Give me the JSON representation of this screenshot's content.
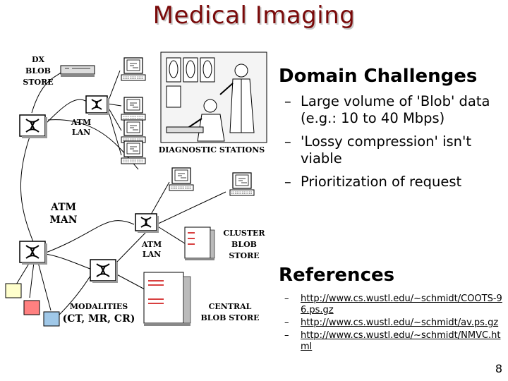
{
  "slide": {
    "title": "Medical Imaging",
    "page_number": "8"
  },
  "diagram": {
    "labels": {
      "dx_blob_store": [
        "DX",
        "BLOB",
        "STORE"
      ],
      "atm_lan_top": [
        "ATM",
        "LAN"
      ],
      "diagnostic_stations": "DIAGNOSTIC STATIONS",
      "atm_man": [
        "ATM",
        "MAN"
      ],
      "cluster_blob_store": [
        "CLUSTER",
        "BLOB",
        "STORE"
      ],
      "atm_lan_bottom": [
        "ATM",
        "LAN"
      ],
      "modalities": [
        "MODALITIES",
        "(CT, MR, CR)"
      ],
      "central_blob_store": [
        "CENTRAL",
        "BLOB STORE"
      ]
    },
    "colors": {
      "modality_1": "#ffffcc",
      "modality_2": "#ff8080",
      "modality_3": "#a0c8e8"
    }
  },
  "challenges": {
    "heading": "Domain Challenges",
    "items": [
      "Large volume of 'Blob' data (e.g.: 10 to 40 Mbps)",
      "'Lossy compression' isn't viable",
      "Prioritization of request"
    ]
  },
  "references": {
    "heading": "References",
    "items": [
      "http://www.cs.wustl.edu/~schmidt/COOTS-96.ps.gz",
      "http://www.cs.wustl.edu/~schmidt/av.ps.gz",
      "http://www.cs.wustl.edu/~schmidt/NMVC.html"
    ]
  }
}
